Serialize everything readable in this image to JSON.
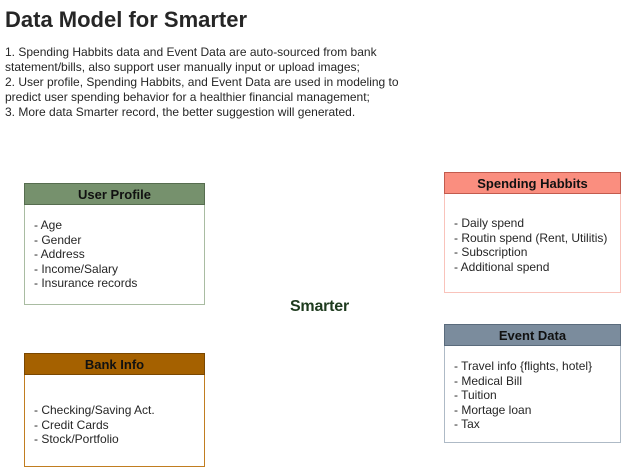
{
  "header": {
    "title": "Data Model for Smarter",
    "text_color": "#262626",
    "note_lines": [
      "1. Spending Habbits data and Event Data are auto-sourced from bank",
      "statement/bills, also support user manually input or upload images;",
      "2. User profile, Spending Habbits, and Event Data are used in modeling to",
      "predict user spending behavior for a healthier financial management;",
      "3. More data Smarter record, the better suggestion will generated."
    ]
  },
  "center_node": {
    "label": "Smarter",
    "text_color": "#1e3b1e",
    "border_color": "#ffffff"
  },
  "item_text_color": "#262626",
  "boxes": [
    {
      "title": "User Profile",
      "header_color": "#76916d",
      "header_border_color": "#566d4f",
      "border_color": "#a9bca2",
      "title_color": "#111111",
      "items": [
        "- Age",
        "- Gender",
        "- Address",
        "- Income/Salary",
        "- Insurance records"
      ]
    },
    {
      "title": "Spending Habbits",
      "header_color": "#fa8e7f",
      "header_border_color": "#c25b4e",
      "border_color": "#f9c3bb",
      "title_color": "#111111",
      "items": [
        "- Daily spend",
        "- Routin spend (Rent, Utilitis)",
        "- Subscription",
        "- Additional spend"
      ]
    },
    {
      "title": "Bank Info",
      "header_color": "#a56100",
      "header_border_color": "#7a4700",
      "border_color": "#c17d20",
      "title_color": "#111111",
      "items": [
        "- Checking/Saving Act.",
        "- Credit Cards",
        "- Stock/Portfolio"
      ]
    },
    {
      "title": "Event Data",
      "header_color": "#7b8c9d",
      "header_border_color": "#5a6b7c",
      "border_color": "#aebac6",
      "title_color": "#111111",
      "items": [
        "- Travel info {flights, hotel}",
        "- Medical Bill",
        "- Tuition",
        "- Mortage loan",
        "- Tax"
      ]
    }
  ]
}
